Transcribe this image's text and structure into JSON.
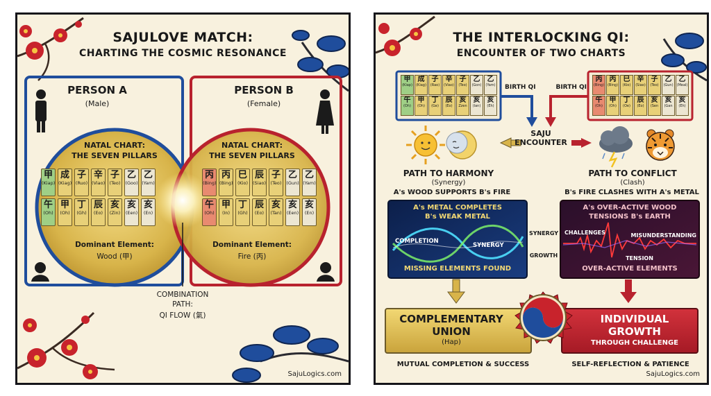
{
  "left": {
    "title": "SAJULOVE MATCH:",
    "subtitle": "CHARTING THE COSMIC RESONANCE",
    "person_a": {
      "name": "PERSON A",
      "gender": "(Male)",
      "chart_title_1": "NATAL CHART:",
      "chart_title_2": "THE SEVEN PILLARS",
      "top_row": [
        {
          "ch": "甲",
          "rom": "(Kiap)"
        },
        {
          "ch": "成",
          "rom": "(Kiag)"
        },
        {
          "ch": "子",
          "rom": "(Ruo)"
        },
        {
          "ch": "辛",
          "rom": "(Viao)"
        },
        {
          "ch": "子",
          "rom": "(Teo)"
        },
        {
          "ch": "乙",
          "rom": "(Goo)"
        },
        {
          "ch": "乙",
          "rom": "(Yam)"
        }
      ],
      "bottom_row": [
        {
          "ch": "午",
          "rom": "(Oh)"
        },
        {
          "ch": "甲",
          "rom": "(Oh)"
        },
        {
          "ch": "丁",
          "rom": "(Gh)"
        },
        {
          "ch": "辰",
          "rom": "(Eo)"
        },
        {
          "ch": "亥",
          "rom": "(Zin)"
        },
        {
          "ch": "亥",
          "rom": "(Een)"
        },
        {
          "ch": "亥",
          "rom": "(En)"
        }
      ],
      "dominant_label": "Dominant Element:",
      "dominant_value": "Wood (甲)"
    },
    "person_b": {
      "name": "PERSON B",
      "gender": "(Female)",
      "chart_title_1": "NATAL CHART:",
      "chart_title_2": "THE SEVEN PILLARS",
      "top_row": [
        {
          "ch": "丙",
          "rom": "(Bing)"
        },
        {
          "ch": "丙",
          "rom": "(Bing)"
        },
        {
          "ch": "巳",
          "rom": "(Kio)"
        },
        {
          "ch": "辰",
          "rom": "(Siao)"
        },
        {
          "ch": "子",
          "rom": "(Teo)"
        },
        {
          "ch": "乙",
          "rom": "(Gun)"
        },
        {
          "ch": "乙",
          "rom": "(Yam)"
        }
      ],
      "bottom_row": [
        {
          "ch": "午",
          "rom": "(Oh)"
        },
        {
          "ch": "甲",
          "rom": "(In)"
        },
        {
          "ch": "丁",
          "rom": "(Gh)"
        },
        {
          "ch": "辰",
          "rom": "(Eo)"
        },
        {
          "ch": "亥",
          "rom": "(Tan)"
        },
        {
          "ch": "亥",
          "rom": "(Een)"
        },
        {
          "ch": "亥",
          "rom": "(En)"
        }
      ],
      "dominant_label": "Dominant Element:",
      "dominant_value": "Fire (丙)"
    },
    "combination_1": "COMBINATION",
    "combination_2": "PATH:",
    "combination_3": "QI FLOW (氣)",
    "footer": "SajuLogics.com"
  },
  "right": {
    "title": "THE INTERLOCKING QI:",
    "subtitle": "ENCOUNTER OF TWO CHARTS",
    "birth_qi_a": "BIRTH QI",
    "birth_qi_b": "BIRTH QI",
    "mini_a_top": [
      {
        "ch": "甲",
        "rom": "(Kiap)"
      },
      {
        "ch": "成",
        "rom": "(Kiag)"
      },
      {
        "ch": "子",
        "rom": "(Rao)"
      },
      {
        "ch": "辛",
        "rom": "(Viao)"
      },
      {
        "ch": "子",
        "rom": "(Teo)"
      },
      {
        "ch": "乙",
        "rom": "(Gon)"
      },
      {
        "ch": "乙",
        "rom": "(Yam)"
      }
    ],
    "mini_a_bottom": [
      {
        "ch": "午",
        "rom": "(Oh)"
      },
      {
        "ch": "甲",
        "rom": "(Oh)"
      },
      {
        "ch": "丁",
        "rom": "(Ge)"
      },
      {
        "ch": "辰",
        "rom": "(Eo)"
      },
      {
        "ch": "亥",
        "rom": "Zzen"
      },
      {
        "ch": "亥",
        "rom": "(Ian)"
      },
      {
        "ch": "亥",
        "rom": "(Eh)"
      }
    ],
    "mini_b_top": [
      {
        "ch": "丙",
        "rom": "(Bing)"
      },
      {
        "ch": "丙",
        "rom": "(Bing)"
      },
      {
        "ch": "巳",
        "rom": "(Kio)"
      },
      {
        "ch": "辛",
        "rom": "(Siao)"
      },
      {
        "ch": "子",
        "rom": "(Teo)"
      },
      {
        "ch": "乙",
        "rom": "(Gun)"
      },
      {
        "ch": "乙",
        "rom": "(Meal)"
      }
    ],
    "mini_b_bottom": [
      {
        "ch": "午",
        "rom": "(Oh)"
      },
      {
        "ch": "甲",
        "rom": "(Oh)"
      },
      {
        "ch": "丁",
        "rom": "(Oe)"
      },
      {
        "ch": "辰",
        "rom": "(Eo)"
      },
      {
        "ch": "亥",
        "rom": "(Sen"
      },
      {
        "ch": "亥",
        "rom": "(Gan"
      },
      {
        "ch": "亥",
        "rom": "(Eh)"
      }
    ],
    "encounter_1": "SAJU",
    "encounter_2": "ENCOUNTER",
    "harmony_title": "PATH TO HARMONY",
    "harmony_sub": "(Synergy)",
    "harmony_desc": "A's WOOD SUPPORTS B's FIRE",
    "conflict_title": "PATH TO CONFLICT",
    "conflict_sub": "(Clash)",
    "conflict_desc": "B's FIRE CLASHES WITH A's METAL",
    "synergy_box_1": "A's METAL COMPLETES",
    "synergy_box_2": "B's WEAK METAL",
    "completion": "COMPLETION",
    "synergy_wave": "SYNERGY",
    "missing": "MISSING ELEMENTS FOUND",
    "side_synergy": "SYNERGY",
    "side_growth": "GROWTH",
    "conflict_box_1": "A's OVER-ACTIVE WOOD",
    "conflict_box_2": "TENSIONS B's EARTH",
    "challenges": "CHALLENGES",
    "misunderstanding": "MISUNDERSTANDING",
    "tension": "TENSION",
    "over_active": "OVER-ACTIVE ELEMENTS",
    "union_1": "COMPLEMENTARY",
    "union_2": "UNION",
    "union_3": "(Hap)",
    "growth_1": "INDIVIDUAL",
    "growth_2": "GROWTH",
    "growth_3": "THROUGH CHALLENGE",
    "mutual": "MUTUAL COMPLETION & SUCCESS",
    "self_reflection": "SELF-REFLECTION & PATIENCE",
    "footer": "SajuLogics.com"
  },
  "colors": {
    "blue": "#1f4d9c",
    "red": "#b8222e",
    "gold": "#d8b44a",
    "wood": "#9fcf86",
    "fire": "#e88a70",
    "earth": "#e8d078",
    "metal": "#ece6d2"
  },
  "icons": [
    "plum-blossom-icon",
    "pine-tree-icon",
    "male-figure-icon",
    "female-figure-icon",
    "sun-icon",
    "moon-icon",
    "storm-cloud-icon",
    "tiger-icon",
    "taegeuk-icon"
  ]
}
